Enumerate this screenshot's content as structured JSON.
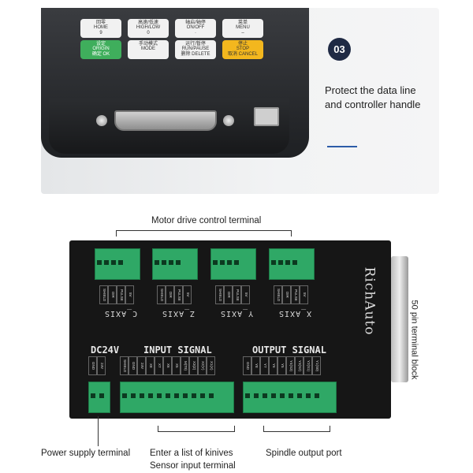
{
  "top_panel": {
    "badge": "03",
    "caption_line1": "Protect the data line",
    "caption_line2": "and controller handle",
    "accent": "#2d5ca8",
    "keypad": [
      {
        "cn": "回零",
        "en": "HOME",
        "num": "9",
        "color": "white"
      },
      {
        "cn": "高速/低速",
        "en": "HIGH/LOW",
        "num": "0",
        "color": "white"
      },
      {
        "cn": "轴启/轴停",
        "en": "ON/OFF",
        "num": "·",
        "color": "white"
      },
      {
        "cn": "菜单",
        "en": "MENU",
        "num": "–",
        "color": "white"
      },
      {
        "cn": "设定",
        "en": "ORIGIN",
        "num": "确定 OK",
        "color": "green"
      },
      {
        "cn": "手动模式",
        "en": "MODE",
        "num": "",
        "color": "white"
      },
      {
        "cn": "运行/暂停",
        "en": "RUN/PAUSE",
        "num": "删除 DELETE",
        "color": "white"
      },
      {
        "cn": "停止",
        "en": "STOP",
        "num": "取消 CANCEL",
        "color": "yellow"
      }
    ]
  },
  "board": {
    "brand": "RichAuto",
    "motor_title": "Motor drive control terminal",
    "axes": [
      {
        "name": "C_AXIS",
        "pins": [
          "SHIELD",
          "DIR",
          "PULSE",
          "5V"
        ]
      },
      {
        "name": "Z_AXIS",
        "pins": [
          "SHIELD",
          "DIR",
          "PULSE",
          "5V"
        ]
      },
      {
        "name": "Y_AXIS",
        "pins": [
          "SHIELD",
          "DIR",
          "PULSE",
          "5V"
        ]
      },
      {
        "name": "X_AXIS",
        "pins": [
          "SHIELD",
          "DIR",
          "PULSE",
          "5V"
        ]
      }
    ],
    "power_title": "DC24V",
    "power_pins": [
      "GND",
      "24V"
    ],
    "input_title": "INPUT SIGNAL",
    "input_pins": [
      "SHIELD",
      "GND",
      "24V",
      "X8",
      "X7",
      "X6",
      "X5",
      "M(T8)",
      "X3(Z)",
      "X2(Y)",
      "X1(X)"
    ],
    "output_title": "OUTPUT SIGNAL",
    "output_pins": [
      "GND",
      "Y8",
      "Y7",
      "Y6",
      "Y5",
      "Y4(S3)",
      "Y3(S2)",
      "Y2(S1)",
      "Y1(S0)"
    ],
    "terminal_color": "#2fa866"
  },
  "callouts": {
    "pin_block": "50 pin terminal block",
    "power": "Power supply terminal",
    "input_line1": "Enter a list of kinives",
    "input_line2": "Sensor input terminal",
    "spindle": "Spindle output port"
  }
}
